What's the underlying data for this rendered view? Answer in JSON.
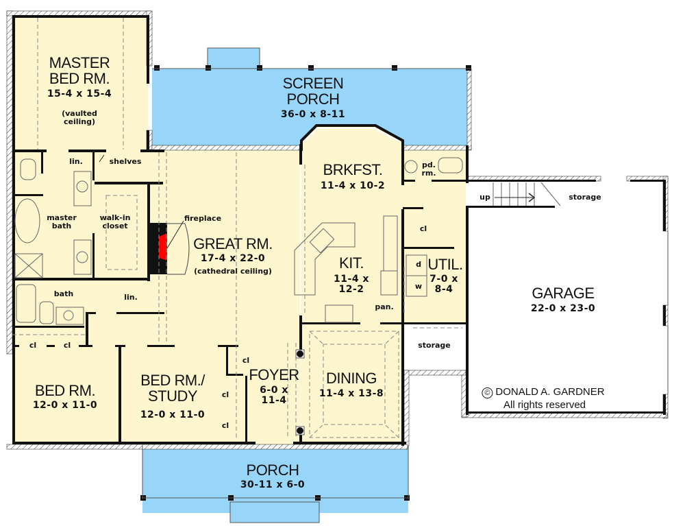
{
  "colors": {
    "interior": "#fdf6cf",
    "porch": "#97d6f9",
    "garage": "#ffffff",
    "wall": "#111111",
    "fireplace": "#ff0000",
    "door_green": "#c8e6c0"
  },
  "rooms": {
    "master_bed": {
      "name_line1": "MASTER",
      "name_line2": "BED RM.",
      "dims": "15-4 x 15-4",
      "note_line1": "(vaulted",
      "note_line2": "ceiling)"
    },
    "screen_porch": {
      "name_line1": "SCREEN",
      "name_line2": "PORCH",
      "dims": "36-0 x 8-11"
    },
    "brkfst": {
      "name": "BRKFST.",
      "dims": "11-4 x 10-2"
    },
    "great_rm": {
      "name": "GREAT RM.",
      "dims": "17-4 x 22-0",
      "note": "(cathedral ceiling)"
    },
    "kit": {
      "name": "KIT.",
      "dims_line1": "11-4 x",
      "dims_line2": "12-2"
    },
    "util": {
      "name": "UTIL.",
      "dims_line1": "7-0 x",
      "dims_line2": "8-4"
    },
    "garage": {
      "name": "GARAGE",
      "dims": "22-0 x 23-0"
    },
    "bed_rm": {
      "name": "BED RM.",
      "dims": "12-0 x 11-0"
    },
    "bed_study": {
      "name_line1": "BED RM./",
      "name_line2": "STUDY",
      "dims": "12-0 x 11-0"
    },
    "foyer": {
      "name": "FOYER",
      "dims_line1": "6-0 x",
      "dims_line2": "11-4"
    },
    "dining": {
      "name": "DINING",
      "dims": "11-4 x 13-8"
    },
    "porch": {
      "name": "PORCH",
      "dims": "30-11 x 6-0"
    }
  },
  "labels": {
    "lin_master": "lin.",
    "shelves": "shelves",
    "master_bath_1": "master",
    "master_bath_2": "bath",
    "walkin_1": "walk-in",
    "walkin_2": "closet",
    "fireplace": "fireplace",
    "bath": "bath",
    "lin_hall": "lin.",
    "cl_1": "cl",
    "cl_2": "cl",
    "cl_foyer": "cl",
    "cl_study_1": "cl",
    "cl_study_2": "cl",
    "pd_rm_1": "pd.",
    "pd_rm_2": "rm.",
    "up": "up",
    "storage_top": "storage",
    "cl_util": "cl",
    "dryer": "d",
    "washer": "w",
    "pantry": "pan.",
    "storage_side": "storage"
  },
  "copyright": {
    "line1": "DONALD A. GARDNER",
    "line2": "All rights reserved",
    "symbol": "©"
  }
}
